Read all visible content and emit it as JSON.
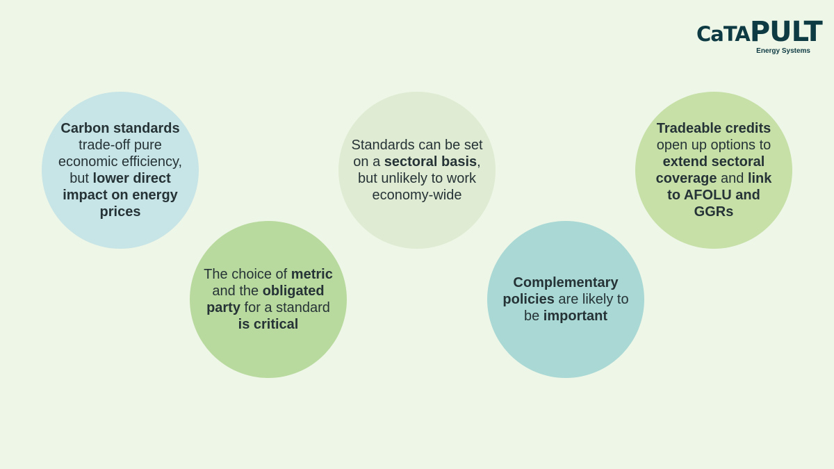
{
  "logo": {
    "word_part1": "CaTA",
    "word_part2": "PULT",
    "subtitle": "Energy Systems"
  },
  "circles": [
    {
      "segments": [
        {
          "text": "Carbon standards",
          "bold": true
        },
        {
          "text": " trade-off pure economic efficiency, but ",
          "bold": false
        },
        {
          "text": "lower direct impact on energy prices",
          "bold": true
        }
      ]
    },
    {
      "segments": [
        {
          "text": "The choice of ",
          "bold": false
        },
        {
          "text": "metric",
          "bold": true
        },
        {
          "text": " and the ",
          "bold": false
        },
        {
          "text": "obligated party",
          "bold": true
        },
        {
          "text": " for a standard ",
          "bold": false
        },
        {
          "text": "is critical",
          "bold": true
        }
      ]
    },
    {
      "segments": [
        {
          "text": "Standards can be set on a ",
          "bold": false
        },
        {
          "text": "sectoral basis",
          "bold": true
        },
        {
          "text": ", but unlikely to work economy-wide",
          "bold": false
        }
      ]
    },
    {
      "segments": [
        {
          "text": "Complementary policies",
          "bold": true
        },
        {
          "text": " are likely to be ",
          "bold": false
        },
        {
          "text": "important",
          "bold": true
        }
      ]
    },
    {
      "segments": [
        {
          "text": "Tradeable credits",
          "bold": true
        },
        {
          "text": " open up options to ",
          "bold": false
        },
        {
          "text": "extend sectoral coverage",
          "bold": true
        },
        {
          "text": " and ",
          "bold": false
        },
        {
          "text": "link to AFOLU and GGRs",
          "bold": true
        }
      ]
    }
  ]
}
